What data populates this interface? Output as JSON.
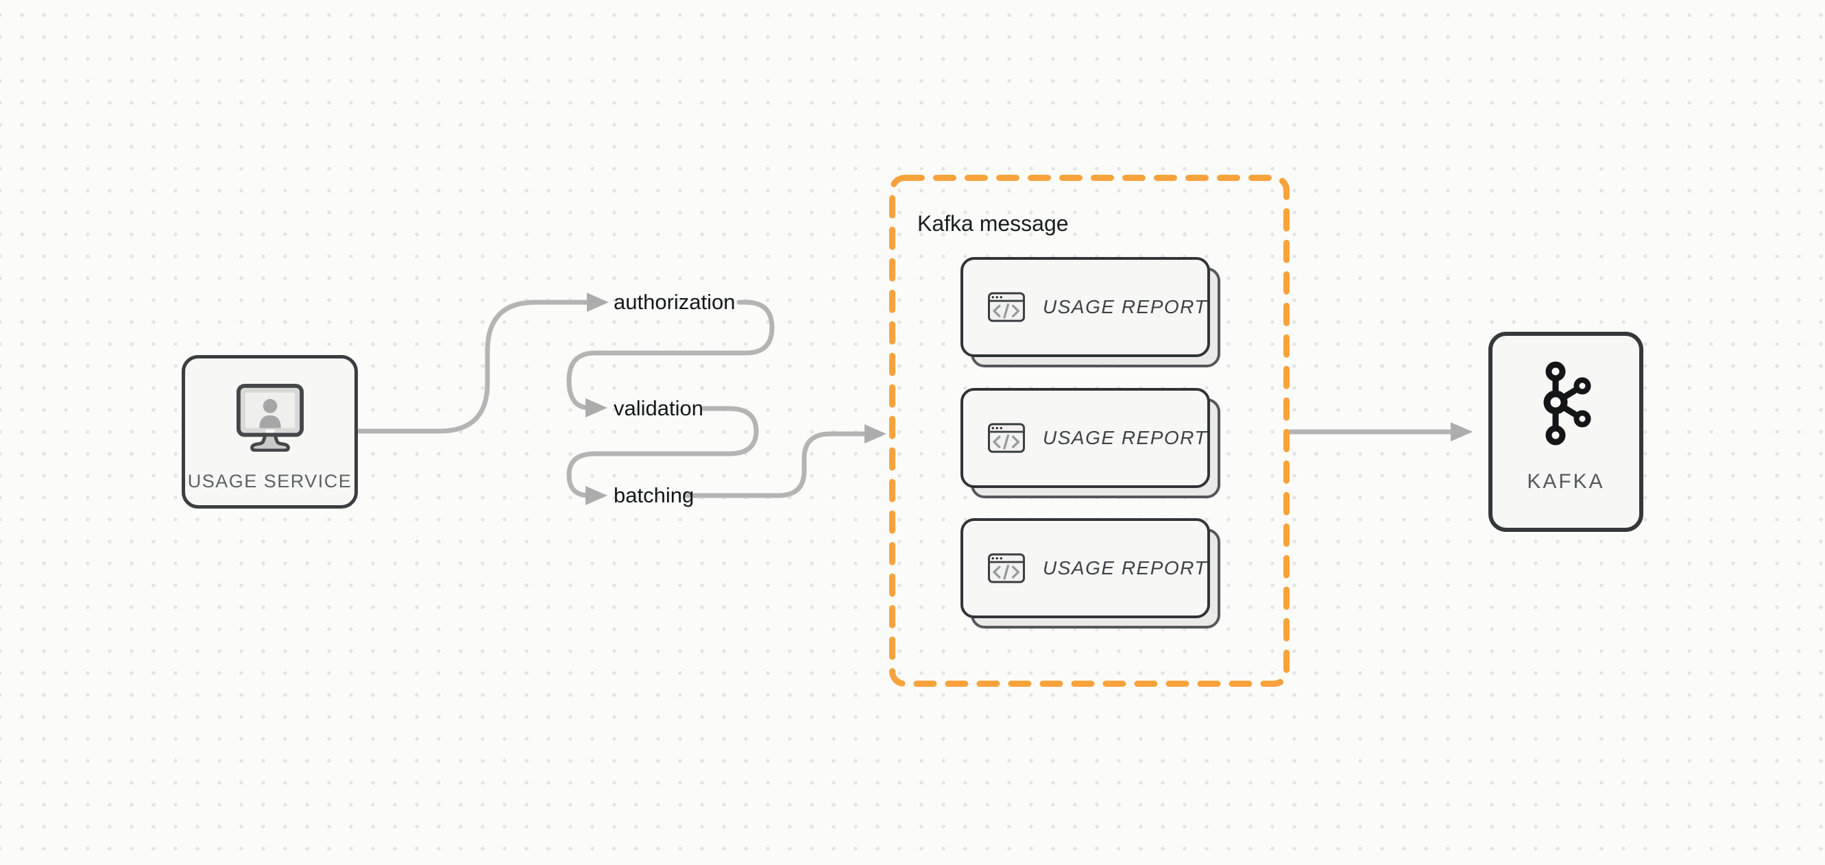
{
  "diagram": {
    "title_hint": "usage reporting pipeline",
    "nodes": {
      "usage_service": {
        "label": "USAGE SERVICE",
        "icon": "user-monitor-icon"
      },
      "kafka": {
        "label": "KAFKA",
        "icon": "kafka-logo-icon"
      }
    },
    "steps": [
      {
        "label": "authorization"
      },
      {
        "label": "validation"
      },
      {
        "label": "batching"
      }
    ],
    "group": {
      "title": "Kafka message",
      "cards": [
        {
          "label": "USAGE REPORT",
          "icon": "code-window-icon"
        },
        {
          "label": "USAGE REPORT",
          "icon": "code-window-icon"
        },
        {
          "label": "USAGE REPORT",
          "icon": "code-window-icon"
        }
      ]
    },
    "colors": {
      "background": "#FBFBFA",
      "dot_grid": "#E3E3E3",
      "accent_orange": "#F8A23B",
      "connector_gray": "#B4B4B4",
      "node_border_dark": "#34383B",
      "node_fill": "#F7F7F5",
      "card_shadow_fill": "#EAEAE9",
      "step_label_color": "#151719",
      "node_label_gray": "#5D6064"
    }
  }
}
